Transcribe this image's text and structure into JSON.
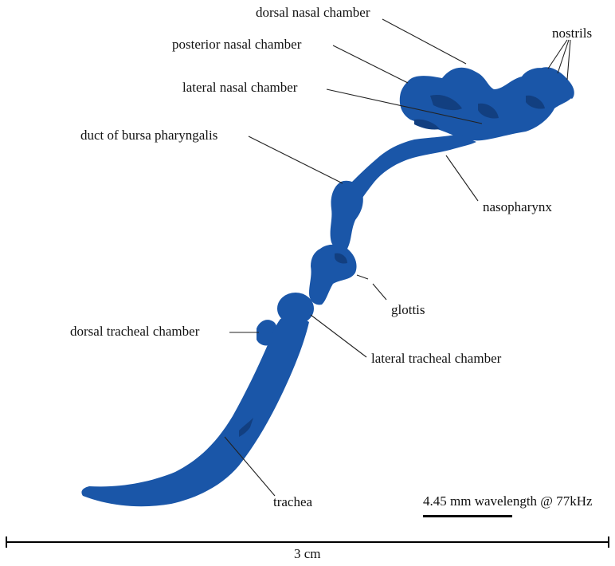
{
  "labels": {
    "dorsal_nasal_chamber": "dorsal nasal chamber",
    "nostrils": "nostrils",
    "posterior_nasal_chamber": "posterior nasal chamber",
    "lateral_nasal_chamber": "lateral nasal chamber",
    "duct_bursa": "duct of bursa pharyngalis",
    "nasopharynx": "nasopharynx",
    "glottis": "glottis",
    "dorsal_tracheal_chamber": "dorsal tracheal chamber",
    "lateral_tracheal_chamber": "lateral tracheal chamber",
    "trachea": "trachea"
  },
  "scale_bars": {
    "wavelength_label": "4.45 mm wavelength @ 77kHz",
    "length_label": "3 cm"
  },
  "colors": {
    "model_fill": "#1a56a8",
    "model_shade": "#123f80",
    "leader_line": "#222222"
  }
}
